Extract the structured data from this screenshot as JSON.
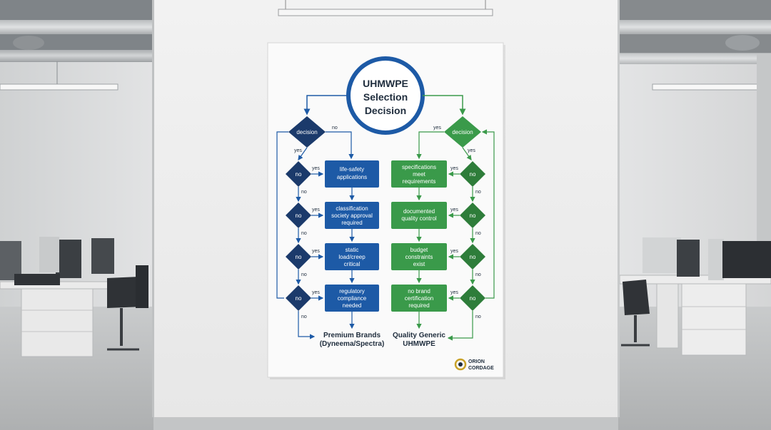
{
  "poster": {
    "title_lines": [
      "UHMWPE",
      "Selection",
      "Decision"
    ],
    "left": {
      "top_decision": "decision",
      "top_no": "no",
      "top_yes": "yes",
      "diamonds": [
        "no",
        "no",
        "no",
        "no"
      ],
      "boxes": [
        [
          "life-safety",
          "applications"
        ],
        [
          "classification",
          "society approval",
          "required"
        ],
        [
          "static",
          "load/creep",
          "critical"
        ],
        [
          "regulatory",
          "compliance",
          "needed"
        ]
      ],
      "yes_label": "yes",
      "no_label": "no",
      "outcome_lines": [
        "Premium Brands",
        "(Dyneema/Spectra)"
      ]
    },
    "right": {
      "top_decision": "decision",
      "top_yes_left": "yes",
      "top_yes_below": "yes",
      "diamonds": [
        "no",
        "no",
        "no",
        "no"
      ],
      "boxes": [
        [
          "specifications",
          "meet",
          "requirements"
        ],
        [
          "documented",
          "quality control"
        ],
        [
          "budget",
          "constraints",
          "exist"
        ],
        [
          "no brand",
          "certification",
          "required"
        ]
      ],
      "yes_label": "yes",
      "no_label": "no",
      "outcome_lines": [
        "Quality Generic",
        "UHMWPE"
      ]
    },
    "logo_lines": [
      "ORION",
      "CORDAGE"
    ]
  },
  "colors": {
    "blue": "#1d5aa6",
    "navy": "#1b3a6b",
    "green": "#3a9a4a",
    "dark_green": "#2e7d3a",
    "text": "#1f2d3d"
  }
}
